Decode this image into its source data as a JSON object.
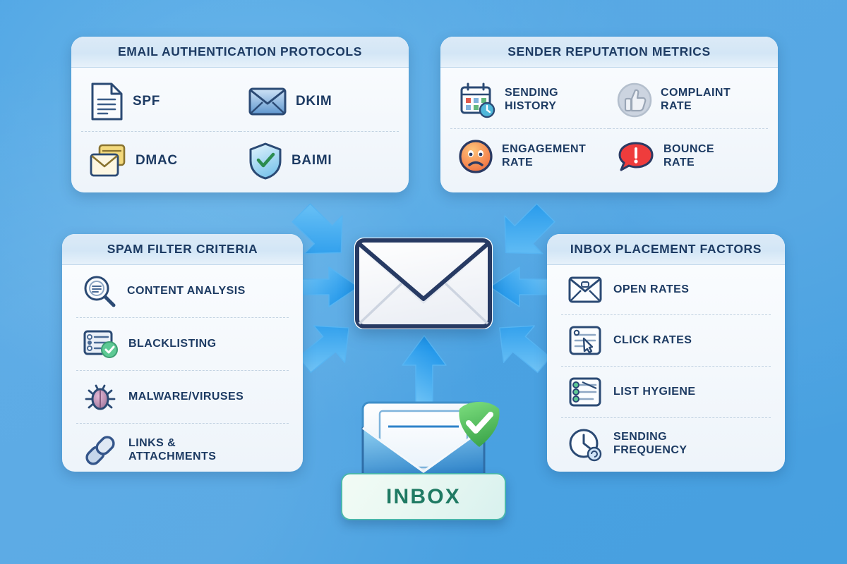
{
  "background": {
    "color": "#4BA3E3",
    "accent": "#29A0F0"
  },
  "theme": {
    "panel_bg": "#F7FAFD",
    "panel_header_bg": "#D6E9F8",
    "title_color": "#1D3B63",
    "arrow_color": "#2AA3F2",
    "inbox_green": "#4CBB5C",
    "inbox_text": "#1F7A63"
  },
  "panels": [
    {
      "id": "email-authentication-protocols",
      "title": "Email Authentication Protocols",
      "layout": "grid2",
      "items": [
        {
          "label": "SPF",
          "icon": "document-icon"
        },
        {
          "label": "DKIM",
          "icon": "envelope-signed-icon"
        },
        {
          "label": "DMAC",
          "icon": "mail-card-icon"
        },
        {
          "label": "BAIMI",
          "icon": "shield-check-icon"
        }
      ]
    },
    {
      "id": "sender-reputation-metrics",
      "title": "Sender Reputation Metrics",
      "layout": "grid2",
      "items": [
        {
          "label": "Sending\nHistory",
          "icon": "calendar-clock-icon"
        },
        {
          "label": "Complaint\nRate",
          "icon": "thumbs-up-icon"
        },
        {
          "label": "Engagement\nRate",
          "icon": "sad-face-icon"
        },
        {
          "label": "Bounce\nRate",
          "icon": "alert-bubble-icon"
        }
      ]
    },
    {
      "id": "spam-filter-criteria",
      "title": "Spam Filter Criteria",
      "layout": "list",
      "items": [
        {
          "label": "Content Analysis",
          "icon": "magnifier-icon"
        },
        {
          "label": "Blacklisting",
          "icon": "list-check-icon"
        },
        {
          "label": "Malware/Viruses",
          "icon": "bug-icon"
        },
        {
          "label": "Links &\nAttachments",
          "icon": "link-icon"
        }
      ]
    },
    {
      "id": "inbox-placement-factors",
      "title": "Inbox Placement Factors",
      "layout": "list",
      "items": [
        {
          "label": "Open Rates",
          "icon": "open-envelope-icon"
        },
        {
          "label": "Click Rates",
          "icon": "click-card-icon"
        },
        {
          "label": "List Hygiene",
          "icon": "list-green-icon"
        },
        {
          "label": "Sending\nFrequency",
          "icon": "clock-icon"
        }
      ]
    }
  ],
  "center": {
    "icon": "envelope-icon"
  },
  "inbox": {
    "label": "Inbox",
    "badge_icon": "check-badge-icon",
    "icon": "open-mail-icon"
  },
  "arrows": [
    {
      "name": "arrow-from-auth-panel",
      "direction": "down-right"
    },
    {
      "name": "arrow-from-reputation-panel",
      "direction": "down-left"
    },
    {
      "name": "arrow-from-spam-panel-upper",
      "direction": "right"
    },
    {
      "name": "arrow-from-spam-panel-lower",
      "direction": "up-right"
    },
    {
      "name": "arrow-from-placement-upper",
      "direction": "left"
    },
    {
      "name": "arrow-from-placement-lower",
      "direction": "up-left"
    },
    {
      "name": "arrow-from-inbox",
      "direction": "up"
    }
  ]
}
